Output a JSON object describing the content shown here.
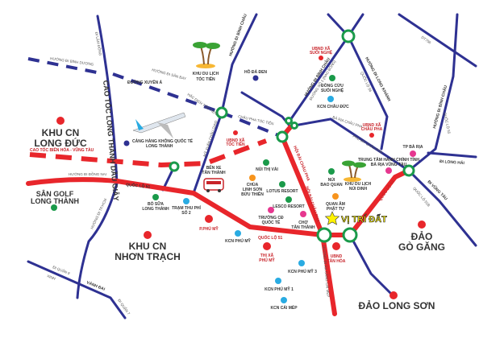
{
  "colors": {
    "highway": "#e8262b",
    "road": "#2e3192",
    "junction": "#1a9a4a",
    "industrial": "#29abe2",
    "tourism": "#1a9a4a",
    "admin": "#e8262b",
    "temple": "#f7941d",
    "school": "#e6378f",
    "poi_blue": "#2e3192",
    "star": "#fff200"
  },
  "roads": {
    "cao_toc_long_thanh": "CAO TỐC LONG THÀNH DẦU GIÂY",
    "di_lam_dong": "ĐI LÂM ĐỒNG",
    "huong_binh_duong": "HƯỚNG ĐI BÌNH DƯƠNG",
    "huong_san_bay": "HƯỚNG ĐI SÂN BAY",
    "duong_xuyen_a": "ĐƯỜNG XUYÊN Á",
    "bac_dich_toc_tien": "HẮC DỊCH TỐC TIÊN",
    "huong_binh_chau": "HƯỚNG ĐI BÌNH CHÂU",
    "my_xuan_chau_giao": "MỸ XUÂN CHÂU GIAO",
    "cao_toc_bhvt": "CAO TỐC BIÊN HÒA - VŨNG TÀU",
    "chau_pha_toc_tien": "CHÂU PHA TÓC TIÊN",
    "huong_dong_nai": "HƯỚNG ĐI ĐỒNG NAI",
    "quoc_lo_51": "QUỐC LỘ 51",
    "quoc_lo_51_b": "QUỐC LỘ 51",
    "quoc_lo_51_c": "QUỐC LỘ 51",
    "huong_tphcm": "HƯỚNG ĐI TP.HCM",
    "di_quan_9": "ĐI QUẬN 9",
    "xinh": "XINH",
    "vanh_dai": "VÀNH ĐAI",
    "di_quan_7": "ĐI QUẬN 7",
    "huong_binh_chau_2": "HƯỚNG ĐI BÌNH CHÂU",
    "duong_so_1": "ĐƯỜNG SỐ 1 (NAO BÔNG)",
    "huong_long_khanh": "HƯỚNG ĐI LONG KHÁNH",
    "quoc_lo_56": "QUỐC LỘ 56",
    "dt756": "DT756",
    "huong_binh_chau_3": "HƯỚNG ĐI BÌNH CHÂU",
    "quoc_lo_55": "QUỐC LỘ 55",
    "di_long_hai": "ĐI LONG HẢI",
    "ba_ria_chau_pha": "BÀ RỊA CHÂU PHA",
    "phu_my_chau_pha": "PHÚ MỸ CHÂU PHA",
    "di_vung_tau": "ĐI VŨNG TÀU",
    "quoc_lo_51b": "QUỐC LỘ 51B",
    "hoi_bai_chau_pha": "HỘI BÀI CHÂU PHA",
    "hoi_bai_chau_pha_2": "HỘI BÀI CHÂU PHA",
    "huong_cang_cai_mep": "HƯỚNG ĐI RA CẢNG CÁI MÉP"
  },
  "places": {
    "kcn_long_duc": [
      "KHU CN",
      "LONG ĐỨC"
    ],
    "san_golf": [
      "SÂN GOLF",
      "LONG THÀNH"
    ],
    "kcn_nhon_trach": [
      "KHU CN",
      "NHƠN TRẠCH"
    ],
    "dao_go_gang": [
      "ĐẢO",
      "GÒ GĂNG"
    ],
    "dao_long_son": "ĐẢO LONG SƠN",
    "khu_du_lich_toc_tien": [
      "KHU DU LỊCH",
      "TÓC TIÊN"
    ],
    "ho_da_den": "HỒ ĐÁ ĐEN",
    "ubnd_suoi_nghe": [
      "UBND XÃ",
      "SUỐI NGHỆ"
    ],
    "dong_cuu": [
      "ĐỒNG CỪU",
      "SUỐI NGHỆ"
    ],
    "kcn_chau_duc": "KCN CHÂU ĐỨC",
    "cang_hang_khong": [
      "CẢNG HÀNG KHÔNG QUỐC TẾ",
      "LONG THÀNH"
    ],
    "ubnd_toc_tien": [
      "UBND XÃ",
      "TÓC TIÊN"
    ],
    "ben_xe": [
      "BẾN XE",
      "TÂN THÀNH"
    ],
    "nui_thi_vai": "NÚI THỊ VẢI",
    "chua": [
      "CHÙA",
      "LINH SƠN",
      "BỬU THIÊN"
    ],
    "lotus": "LOTUS RESORT",
    "lesco": "LESCO RESORT",
    "truong_cd": [
      "TRƯỜNG CĐ",
      "QUỐC TẾ"
    ],
    "cho_tan_thanh": [
      "CHỢ",
      "TÂN THÀNH"
    ],
    "bo_sua": [
      "BÒ SỮA",
      "LONG THÀNH"
    ],
    "tram_thu_phi": [
      "TRẠM THU PHÍ",
      "SỐ 2"
    ],
    "p_phu_my": "P.PHÚ MỸ",
    "kcn_phu_my": "KCN PHÚ MỸ",
    "thi_xa_phu_my": [
      "THỊ XÃ",
      "PHÚ MỸ"
    ],
    "kcn_phu_my_3": "KCN PHÚ MỸ 3",
    "kcn_phu_my_1": "KCN PHÚ MỸ 1",
    "kcn_cai_mep": "KCN CÁI MÉP",
    "ubnd_chau_pha": [
      "UBND XÃ",
      "CHÂU PHA"
    ],
    "tp_ba_ria": "TP BÀ RỊA",
    "trung_tam": [
      "TRUNG TÂM HÀNH CHÍNH TỈNH",
      "BÀ RỊA VŨNG TÀU"
    ],
    "nui_bao_quan": [
      "NÚI",
      "BAO QUAN"
    ],
    "khu_du_lich_nui_dinh": [
      "KHU DU LỊCH",
      "NÚI DINH"
    ],
    "quan_am": [
      "QUAN ÂM",
      "PHẬT TỰ"
    ],
    "ubnd_tan_hoa": [
      "UBND",
      "TÂN HÒA"
    ],
    "vi_tri_dat": "VỊ TRÍ ĐẤT"
  }
}
